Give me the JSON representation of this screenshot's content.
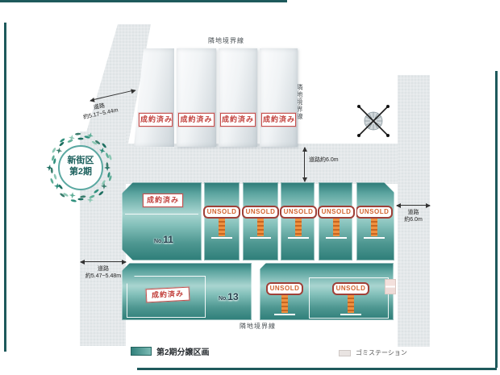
{
  "map": {
    "boundary_label_top": "隣地境界線",
    "boundary_label_right": "隣地境界線",
    "boundary_label_bottom": "隣地境界線",
    "badge": {
      "line1": "新街区",
      "line2": "第2期"
    },
    "roads": {
      "top_diagonal": {
        "name": "道路",
        "width": "約5.17~5.44m"
      },
      "west": {
        "name": "道路",
        "width": "約5.47~5.48m"
      },
      "middle": {
        "label": "道路約6.0m"
      },
      "east": {
        "name": "道路",
        "width": "約6.0m"
      }
    },
    "stamps": {
      "sold": "成約済み",
      "unsold": "UNSOLD"
    },
    "lots": {
      "no11": {
        "prefix": "No.",
        "number": "11"
      },
      "no13": {
        "prefix": "No.",
        "number": "13"
      },
      "top_sold_count": 4,
      "middle_unsold_count": 5,
      "bottom_unsold_count": 2
    }
  },
  "legend": {
    "phase": "第2期分譲区画",
    "trash": "ゴミステーション"
  },
  "colors": {
    "lot_teal": "#2e7e79",
    "sold_red": "#c2403c",
    "unsold_orange": "#d2622d",
    "road_gray": "#e4e8ea",
    "frame_teal": "#1e5a5c"
  }
}
